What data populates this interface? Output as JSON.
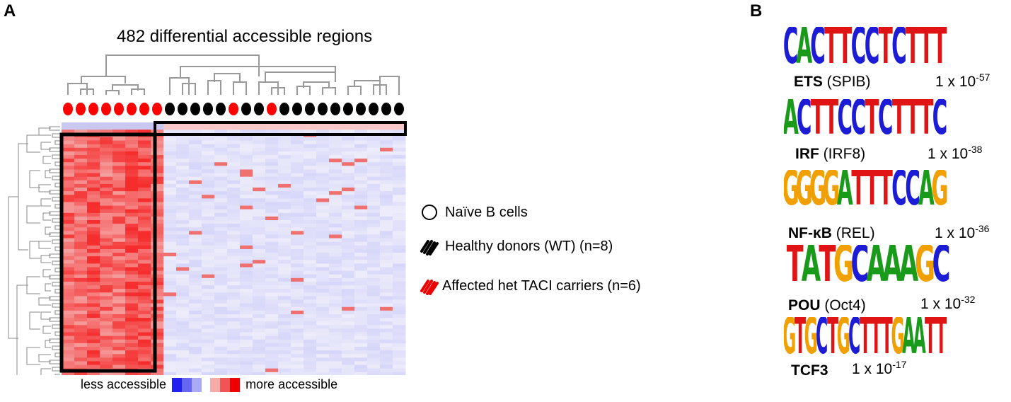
{
  "panel_a": {
    "label": "A",
    "title": "482 differential accessible regions",
    "samples": [
      "red",
      "red",
      "red",
      "red",
      "red",
      "red",
      "red",
      "red",
      "black",
      "black",
      "black",
      "black",
      "black",
      "red",
      "black",
      "black",
      "red",
      "black",
      "black",
      "black",
      "black",
      "black",
      "black",
      "black",
      "black",
      "black",
      "black"
    ],
    "scale_left": "less accessible",
    "scale_right": "more accessible",
    "colors": {
      "red": "#ff0000",
      "black": "#000000",
      "high": "#ee2222",
      "low": "#4444ee"
    }
  },
  "legend": {
    "items": [
      {
        "label": "Naïve B cells",
        "icon": "circle-outline-icon"
      },
      {
        "label": "Healthy donors (WT) (n=8)",
        "icon": "black-scribble-icon"
      },
      {
        "label": "Affected het TACI carriers (n=6)",
        "icon": "red-scribble-icon"
      }
    ]
  },
  "panel_b": {
    "label": "B",
    "motifs": [
      {
        "name": "ETS",
        "tf": "(SPIB)",
        "pval_base": "1 x 10",
        "pval_exp": "-57",
        "sequence": "CACTTCCTCTTT"
      },
      {
        "name": "IRF",
        "tf": "(IRF8)",
        "pval_base": "1 x 10",
        "pval_exp": "-38",
        "sequence": "ACTTCCTCTTTC"
      },
      {
        "name": "NF-κB",
        "tf": "(REL)",
        "pval_base": "1 x 10",
        "pval_exp": "-36",
        "sequence": "GGGGATTTCCAG"
      },
      {
        "name": "POU",
        "tf": "(Oct4)",
        "pval_base": "1 x 10",
        "pval_exp": "-32",
        "sequence": "TATGCAAAGC"
      },
      {
        "name": "TCF3",
        "tf": "",
        "pval_base": "1 x 10",
        "pval_exp": "-17",
        "sequence": "GTGCTGCTTTGAATT"
      }
    ]
  }
}
